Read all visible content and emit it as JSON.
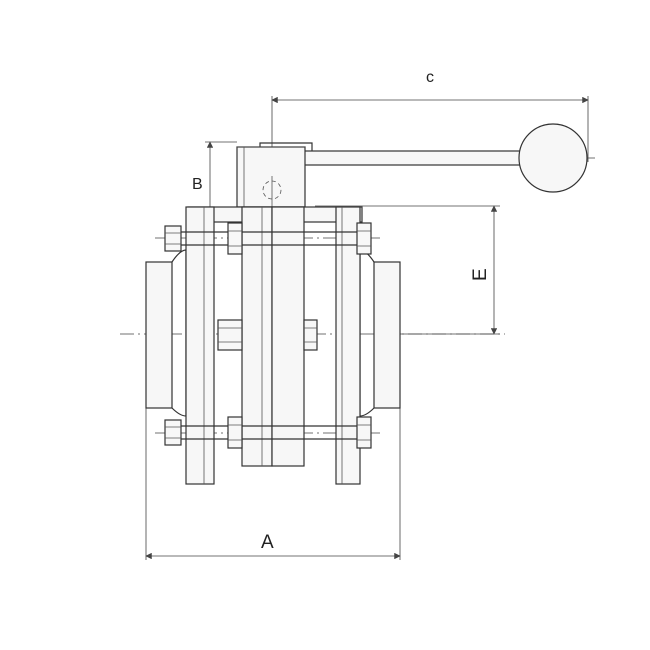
{
  "drawing": {
    "labels": {
      "a": "A",
      "b": "B",
      "c": "c",
      "e": "E"
    }
  }
}
